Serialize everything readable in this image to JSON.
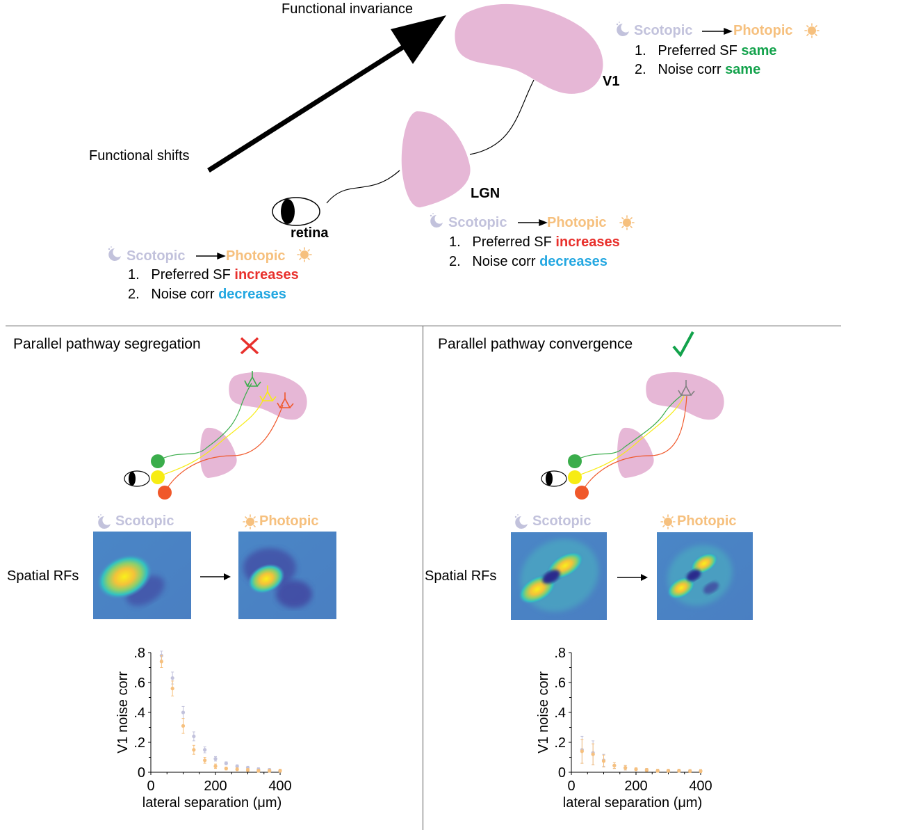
{
  "top": {
    "functional_invariance": "Functional invariance",
    "functional_shifts": "Functional shifts",
    "v1_label": "V1",
    "lgn_label": "LGN",
    "retina_label": "retina",
    "scotopic": "Scotopic",
    "photopic": "Photopic",
    "v1_box": {
      "item1_num": "1.",
      "item1_text": "Preferred SF",
      "item1_status": "same",
      "item2_num": "2.",
      "item2_text": "Noise corr",
      "item2_status": "same"
    },
    "lgn_box": {
      "item1_num": "1.",
      "item1_text": "Preferred SF",
      "item1_status": "increases",
      "item2_num": "2.",
      "item2_text": "Noise corr",
      "item2_status": "decreases"
    },
    "retina_box": {
      "item1_num": "1.",
      "item1_text": "Preferred SF",
      "item1_status": "increases",
      "item2_num": "2.",
      "item2_text": "Noise corr",
      "item2_status": "decreases"
    }
  },
  "left_panel": {
    "title": "Parallel pathway segregation",
    "verdict_icon": "cross-icon",
    "scotopic": "Scotopic",
    "photopic": "Photopic",
    "rf_label": "Spatial RFs"
  },
  "right_panel": {
    "title": "Parallel pathway convergence",
    "verdict_icon": "check-icon",
    "scotopic": "Scotopic",
    "photopic": "Photopic",
    "rf_label": "Spatial RFs"
  },
  "colors": {
    "brain_pink": "#e6b7d6",
    "scotopic": "#c2c2dc",
    "photopic": "#f6c07e",
    "increase_red": "#e8302c",
    "decrease_blue": "#23a7e1",
    "same_green": "#12a24b",
    "pathway_green": "#3aad4b",
    "pathway_yellow": "#f7ec13",
    "pathway_red": "#f0582a",
    "rf_background": "#4a86c6"
  },
  "chart_data": [
    {
      "type": "scatter",
      "title": "",
      "xlabel": "lateral separation (μm)",
      "ylabel": "V1 noise corr",
      "xlim": [
        0,
        400
      ],
      "ylim": [
        0,
        0.8
      ],
      "xticks": [
        "0",
        "200",
        "400"
      ],
      "yticks": [
        "0",
        ".2",
        ".4",
        ".6",
        ".8"
      ],
      "series": [
        {
          "color": "#c2c2dc",
          "x": [
            33,
            67,
            100,
            133,
            167,
            200,
            233,
            267,
            300,
            333,
            367,
            400
          ],
          "y": [
            0.78,
            0.63,
            0.4,
            0.24,
            0.15,
            0.09,
            0.06,
            0.04,
            0.03,
            0.02,
            0.015,
            0.01
          ],
          "err": [
            0.03,
            0.04,
            0.04,
            0.03,
            0.02,
            0.015,
            0.01,
            0.01,
            0.01,
            0.01,
            0.01,
            0.01
          ]
        },
        {
          "color": "#f6c07e",
          "x": [
            33,
            67,
            100,
            133,
            167,
            200,
            233,
            267,
            300,
            333,
            367,
            400
          ],
          "y": [
            0.74,
            0.56,
            0.31,
            0.15,
            0.08,
            0.04,
            0.025,
            0.02,
            0.015,
            0.01,
            0.01,
            0.01
          ],
          "err": [
            0.04,
            0.05,
            0.05,
            0.03,
            0.02,
            0.015,
            0.01,
            0.01,
            0.01,
            0.01,
            0.01,
            0.01
          ]
        }
      ]
    },
    {
      "type": "scatter",
      "title": "",
      "xlabel": "lateral separation (μm)",
      "ylabel": "V1 noise corr",
      "xlim": [
        0,
        400
      ],
      "ylim": [
        0,
        0.8
      ],
      "xticks": [
        "0",
        "200",
        "400"
      ],
      "yticks": [
        "0",
        ".2",
        ".4",
        ".6",
        ".8"
      ],
      "series": [
        {
          "color": "#c2c2dc",
          "x": [
            33,
            67,
            100,
            133,
            167,
            200,
            233,
            267,
            300,
            333,
            367,
            400
          ],
          "y": [
            0.15,
            0.13,
            0.08,
            0.045,
            0.03,
            0.02,
            0.015,
            0.01,
            0.01,
            0.01,
            0.008,
            0.008
          ],
          "err": [
            0.09,
            0.08,
            0.04,
            0.02,
            0.015,
            0.01,
            0.01,
            0.01,
            0.01,
            0.01,
            0.01,
            0.01
          ]
        },
        {
          "color": "#f6c07e",
          "x": [
            33,
            67,
            100,
            133,
            167,
            200,
            233,
            267,
            300,
            333,
            367,
            400
          ],
          "y": [
            0.14,
            0.12,
            0.075,
            0.045,
            0.03,
            0.02,
            0.015,
            0.01,
            0.01,
            0.01,
            0.008,
            0.008
          ],
          "err": [
            0.08,
            0.07,
            0.04,
            0.02,
            0.015,
            0.01,
            0.01,
            0.01,
            0.01,
            0.01,
            0.01,
            0.01
          ]
        }
      ]
    }
  ]
}
